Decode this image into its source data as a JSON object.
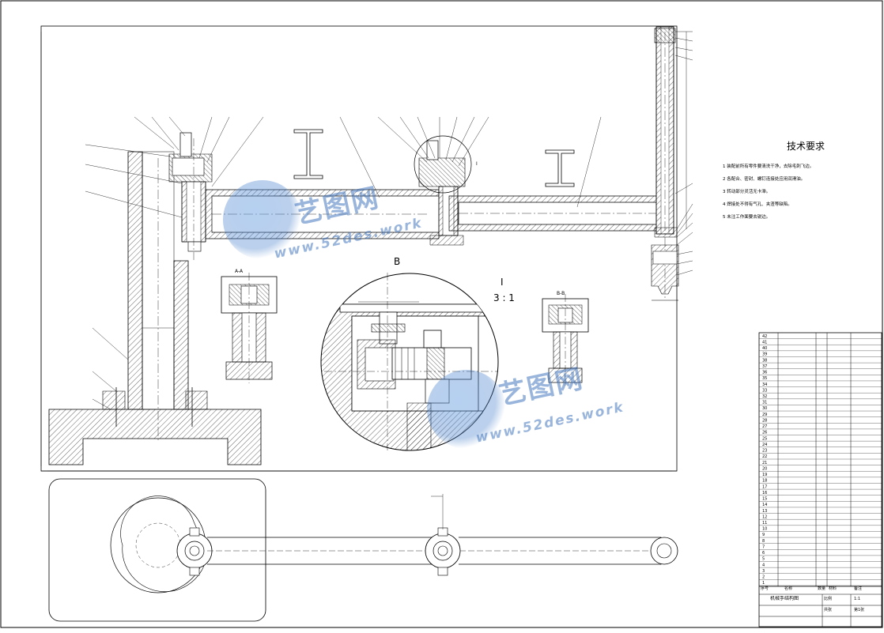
{
  "drawing": {
    "section_aa": "A-A",
    "section_bb": "B-B",
    "detail_label": "I",
    "detail_scale": "3 : 1",
    "view_b": "B",
    "view_i": "I"
  },
  "tech_requirements": {
    "title": "技术要求",
    "items": [
      "1 装配前所有零件要清洗干净，去除毛刺飞边。",
      "2 各配合、密封、螺钉连接处应用润滑油。",
      "3 转动部分灵活无卡滞。",
      "4 焊接处不得有气孔、夹渣等缺陷。",
      "5 未注工作面要去锐边。"
    ]
  },
  "title_block": {
    "drawing_name": "机械手结构图",
    "header": [
      "序号",
      "名称",
      "数量",
      "材料",
      "备注"
    ],
    "scale_label": "比例",
    "scale_value": "1:1",
    "sheet_label": "共张",
    "sheet_value": "第1张",
    "rows_top": [
      "42",
      "41",
      "40",
      "39",
      "38",
      "37",
      "36",
      "35",
      "34",
      "33",
      "32",
      "31",
      "30",
      "29",
      "28",
      "27",
      "26",
      "25",
      "24",
      "23",
      "22",
      "21",
      "20",
      "19",
      "18",
      "17",
      "16",
      "15",
      "14",
      "13",
      "12",
      "11",
      "10",
      "9",
      "8",
      "7",
      "6",
      "5",
      "4",
      "3",
      "2",
      "1"
    ]
  },
  "watermark": {
    "brand": "艺图网",
    "url": "www.52des.work"
  }
}
